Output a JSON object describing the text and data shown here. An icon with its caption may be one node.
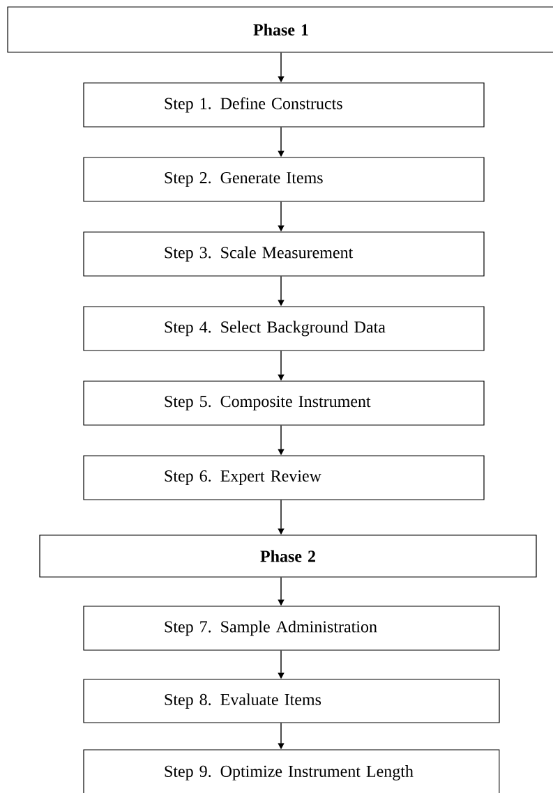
{
  "diagram": {
    "nodes": [
      {
        "text": [
          "Phase 1"
        ]
      },
      {
        "text": [
          "Step 1. Define Constructs"
        ]
      },
      {
        "text": [
          "Step 2. Generate Items"
        ]
      },
      {
        "text": [
          "Step 3. Scale Measurement"
        ]
      },
      {
        "text": [
          "Step 4. Select Background Data"
        ]
      },
      {
        "text": [
          "Step 5. Composite Instrument"
        ]
      },
      {
        "text": [
          "Step 6. Expert Review"
        ]
      },
      {
        "text": [
          "Phase 2"
        ]
      },
      {
        "text": [
          "Step 7. Sample Administration"
        ]
      },
      {
        "text": [
          "Step 8. Evaluate Items"
        ]
      },
      {
        "text": [
          "Step 9. Optimize Instrument Length"
        ]
      }
    ],
    "edges": [
      {
        "from": 0,
        "to": 1,
        "arrow": "to"
      },
      {
        "from": 1,
        "to": 2,
        "arrow": "to"
      },
      {
        "from": 2,
        "to": 3,
        "arrow": "to"
      },
      {
        "from": 3,
        "to": 4,
        "arrow": "to"
      },
      {
        "from": 4,
        "to": 5,
        "arrow": "to"
      },
      {
        "from": 5,
        "to": 6,
        "arrow": "to"
      },
      {
        "from": 6,
        "to": 7,
        "arrow": "to"
      },
      {
        "from": 7,
        "to": 8,
        "arrow": "to"
      },
      {
        "from": 8,
        "to": 9,
        "arrow": "to"
      },
      {
        "from": 9,
        "to": 10,
        "arrow": "to"
      }
    ]
  }
}
